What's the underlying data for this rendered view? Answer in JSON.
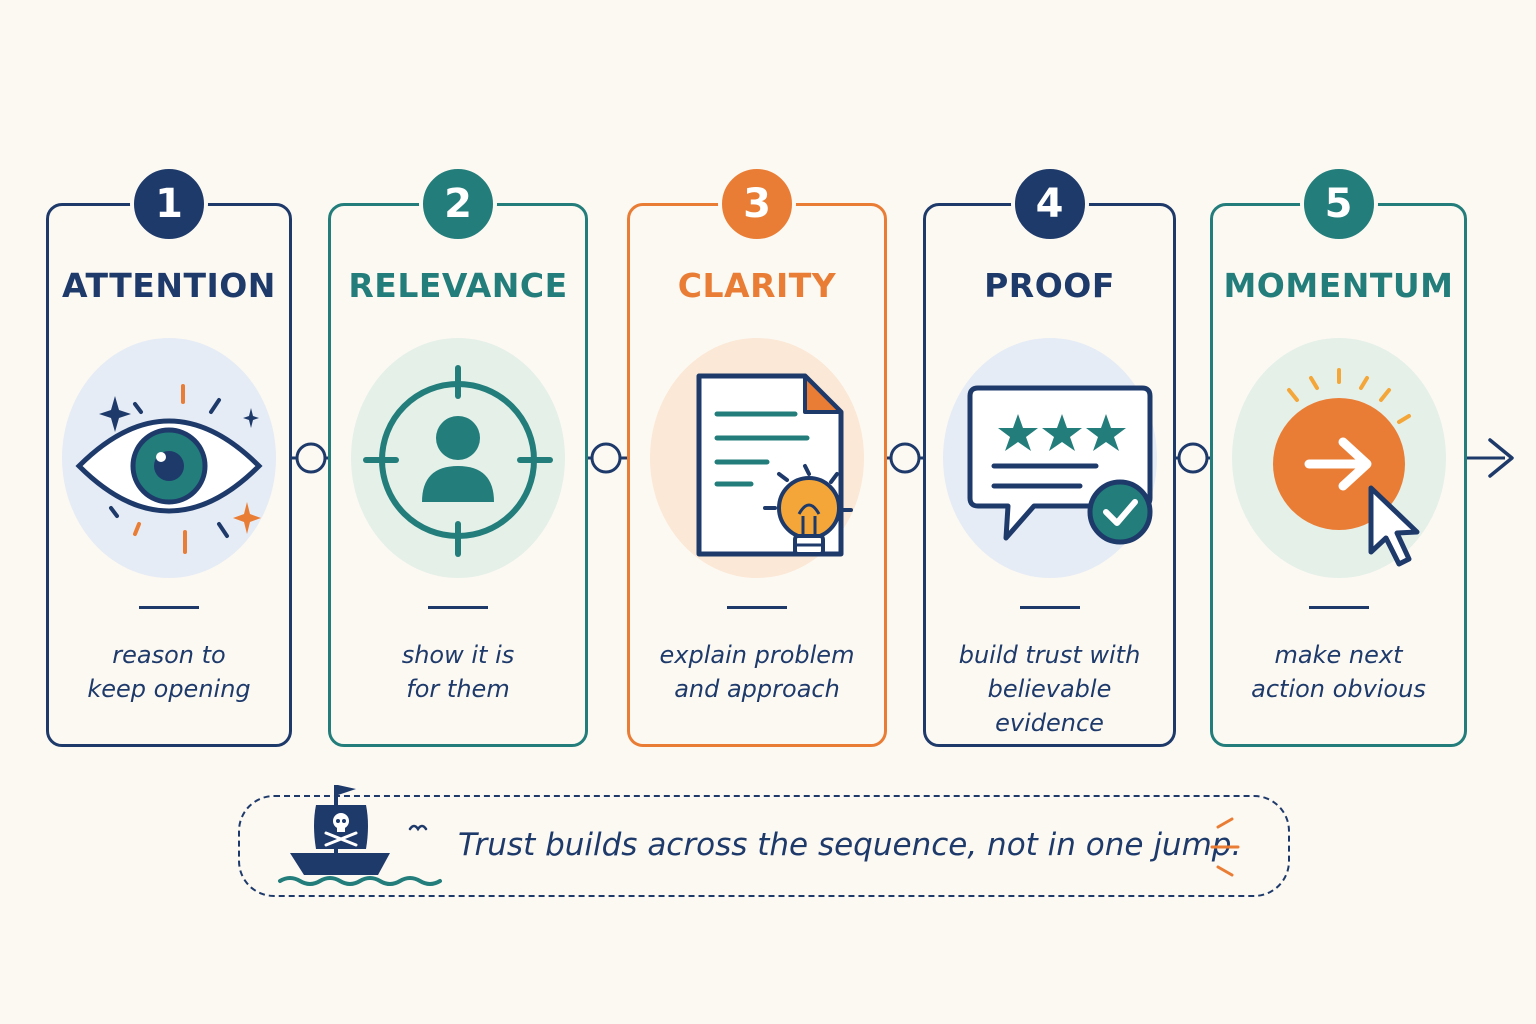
{
  "colors": {
    "navy": "#1e3a6b",
    "teal": "#227d7b",
    "orange": "#ea7d35",
    "amber": "#f4a638",
    "background": "#fcf9f2"
  },
  "steps": [
    {
      "number": "1",
      "title": "ATTENTION",
      "caption_lines": [
        "reason to",
        "keep opening"
      ],
      "icon": "eye-icon",
      "color": "#1e3a6b"
    },
    {
      "number": "2",
      "title": "RELEVANCE",
      "caption_lines": [
        "show it is",
        "for them"
      ],
      "icon": "target-person-icon",
      "color": "#227d7b"
    },
    {
      "number": "3",
      "title": "CLARITY",
      "caption_lines": [
        "explain problem",
        "and approach"
      ],
      "icon": "document-lightbulb-icon",
      "color": "#ea7d35"
    },
    {
      "number": "4",
      "title": "PROOF",
      "caption_lines": [
        "build trust with",
        "believable evidence"
      ],
      "icon": "review-stars-check-icon",
      "color": "#1e3a6b"
    },
    {
      "number": "5",
      "title": "MOMENTUM",
      "caption_lines": [
        "make next",
        "action obvious"
      ],
      "icon": "arrow-cursor-icon",
      "color": "#227d7b"
    }
  ],
  "banner": {
    "text": "Trust builds across the sequence, not in one jump.",
    "icon": "pirate-ship-icon"
  }
}
